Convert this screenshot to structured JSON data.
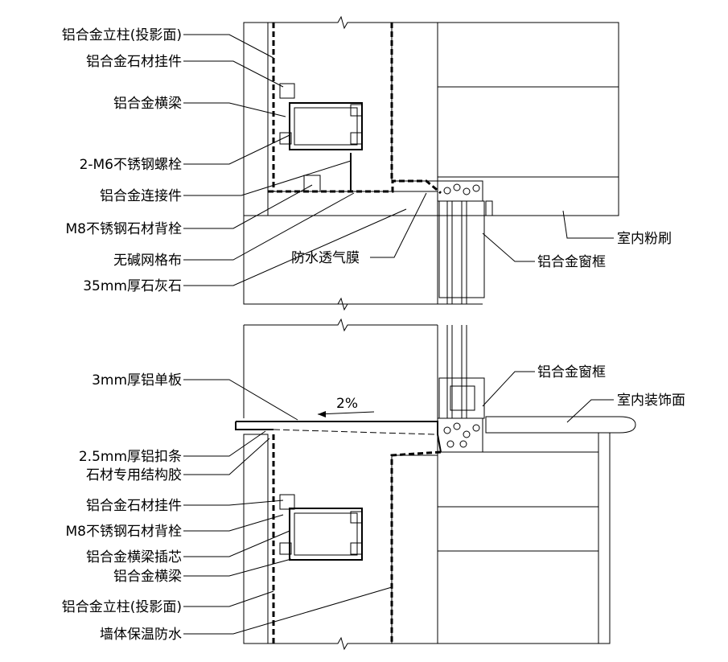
{
  "labels_top_left": [
    "铝合金立柱(投影面)",
    "铝合金石材挂件",
    "铝合金横梁",
    "2-M6不锈钢螺栓",
    "铝合金连接件",
    "M8不锈钢石材背栓",
    "无碱网格布",
    "35mm厚石灰石"
  ],
  "label_membrane": "防水透气膜",
  "labels_top_right": [
    "室内粉刷",
    "铝合金窗框"
  ],
  "label_slope": "2%",
  "labels_bottom_left": [
    "3mm厚铝单板",
    "2.5mm厚铝扣条",
    "石材专用结构胶",
    "铝合金石材挂件",
    "M8不锈钢石材背栓",
    "铝合金横梁插芯",
    "铝合金横梁",
    "铝合金立柱(投影面)",
    "墙体保温防水"
  ],
  "labels_bottom_right": [
    "铝合金窗框",
    "室内装饰面"
  ]
}
